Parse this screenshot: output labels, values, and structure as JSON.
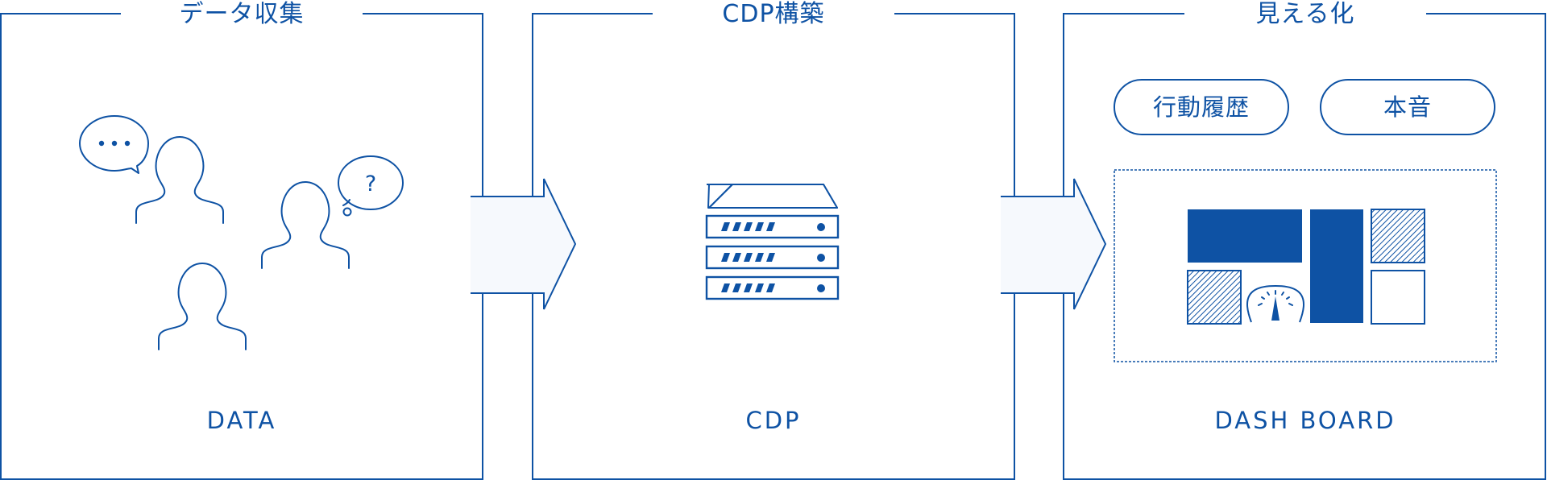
{
  "panels": [
    {
      "heading": "データ収集",
      "caption": "DATA"
    },
    {
      "heading": "CDP構築",
      "caption": "CDP"
    },
    {
      "heading": "見える化",
      "caption": "DASH BOARD"
    }
  ],
  "tags": [
    "行動履歴",
    "本音"
  ],
  "speech_bubbles": {
    "ellipsis": "…",
    "question": "?"
  },
  "colors": {
    "primary": "#0e52a4",
    "arrow_fill": "#f6f9fd",
    "background": "#ffffff"
  },
  "icons": [
    "person-icon",
    "speech-bubble-icon",
    "thought-bubble-icon",
    "server-rack-icon",
    "arrow-right-icon",
    "speedometer-icon"
  ]
}
